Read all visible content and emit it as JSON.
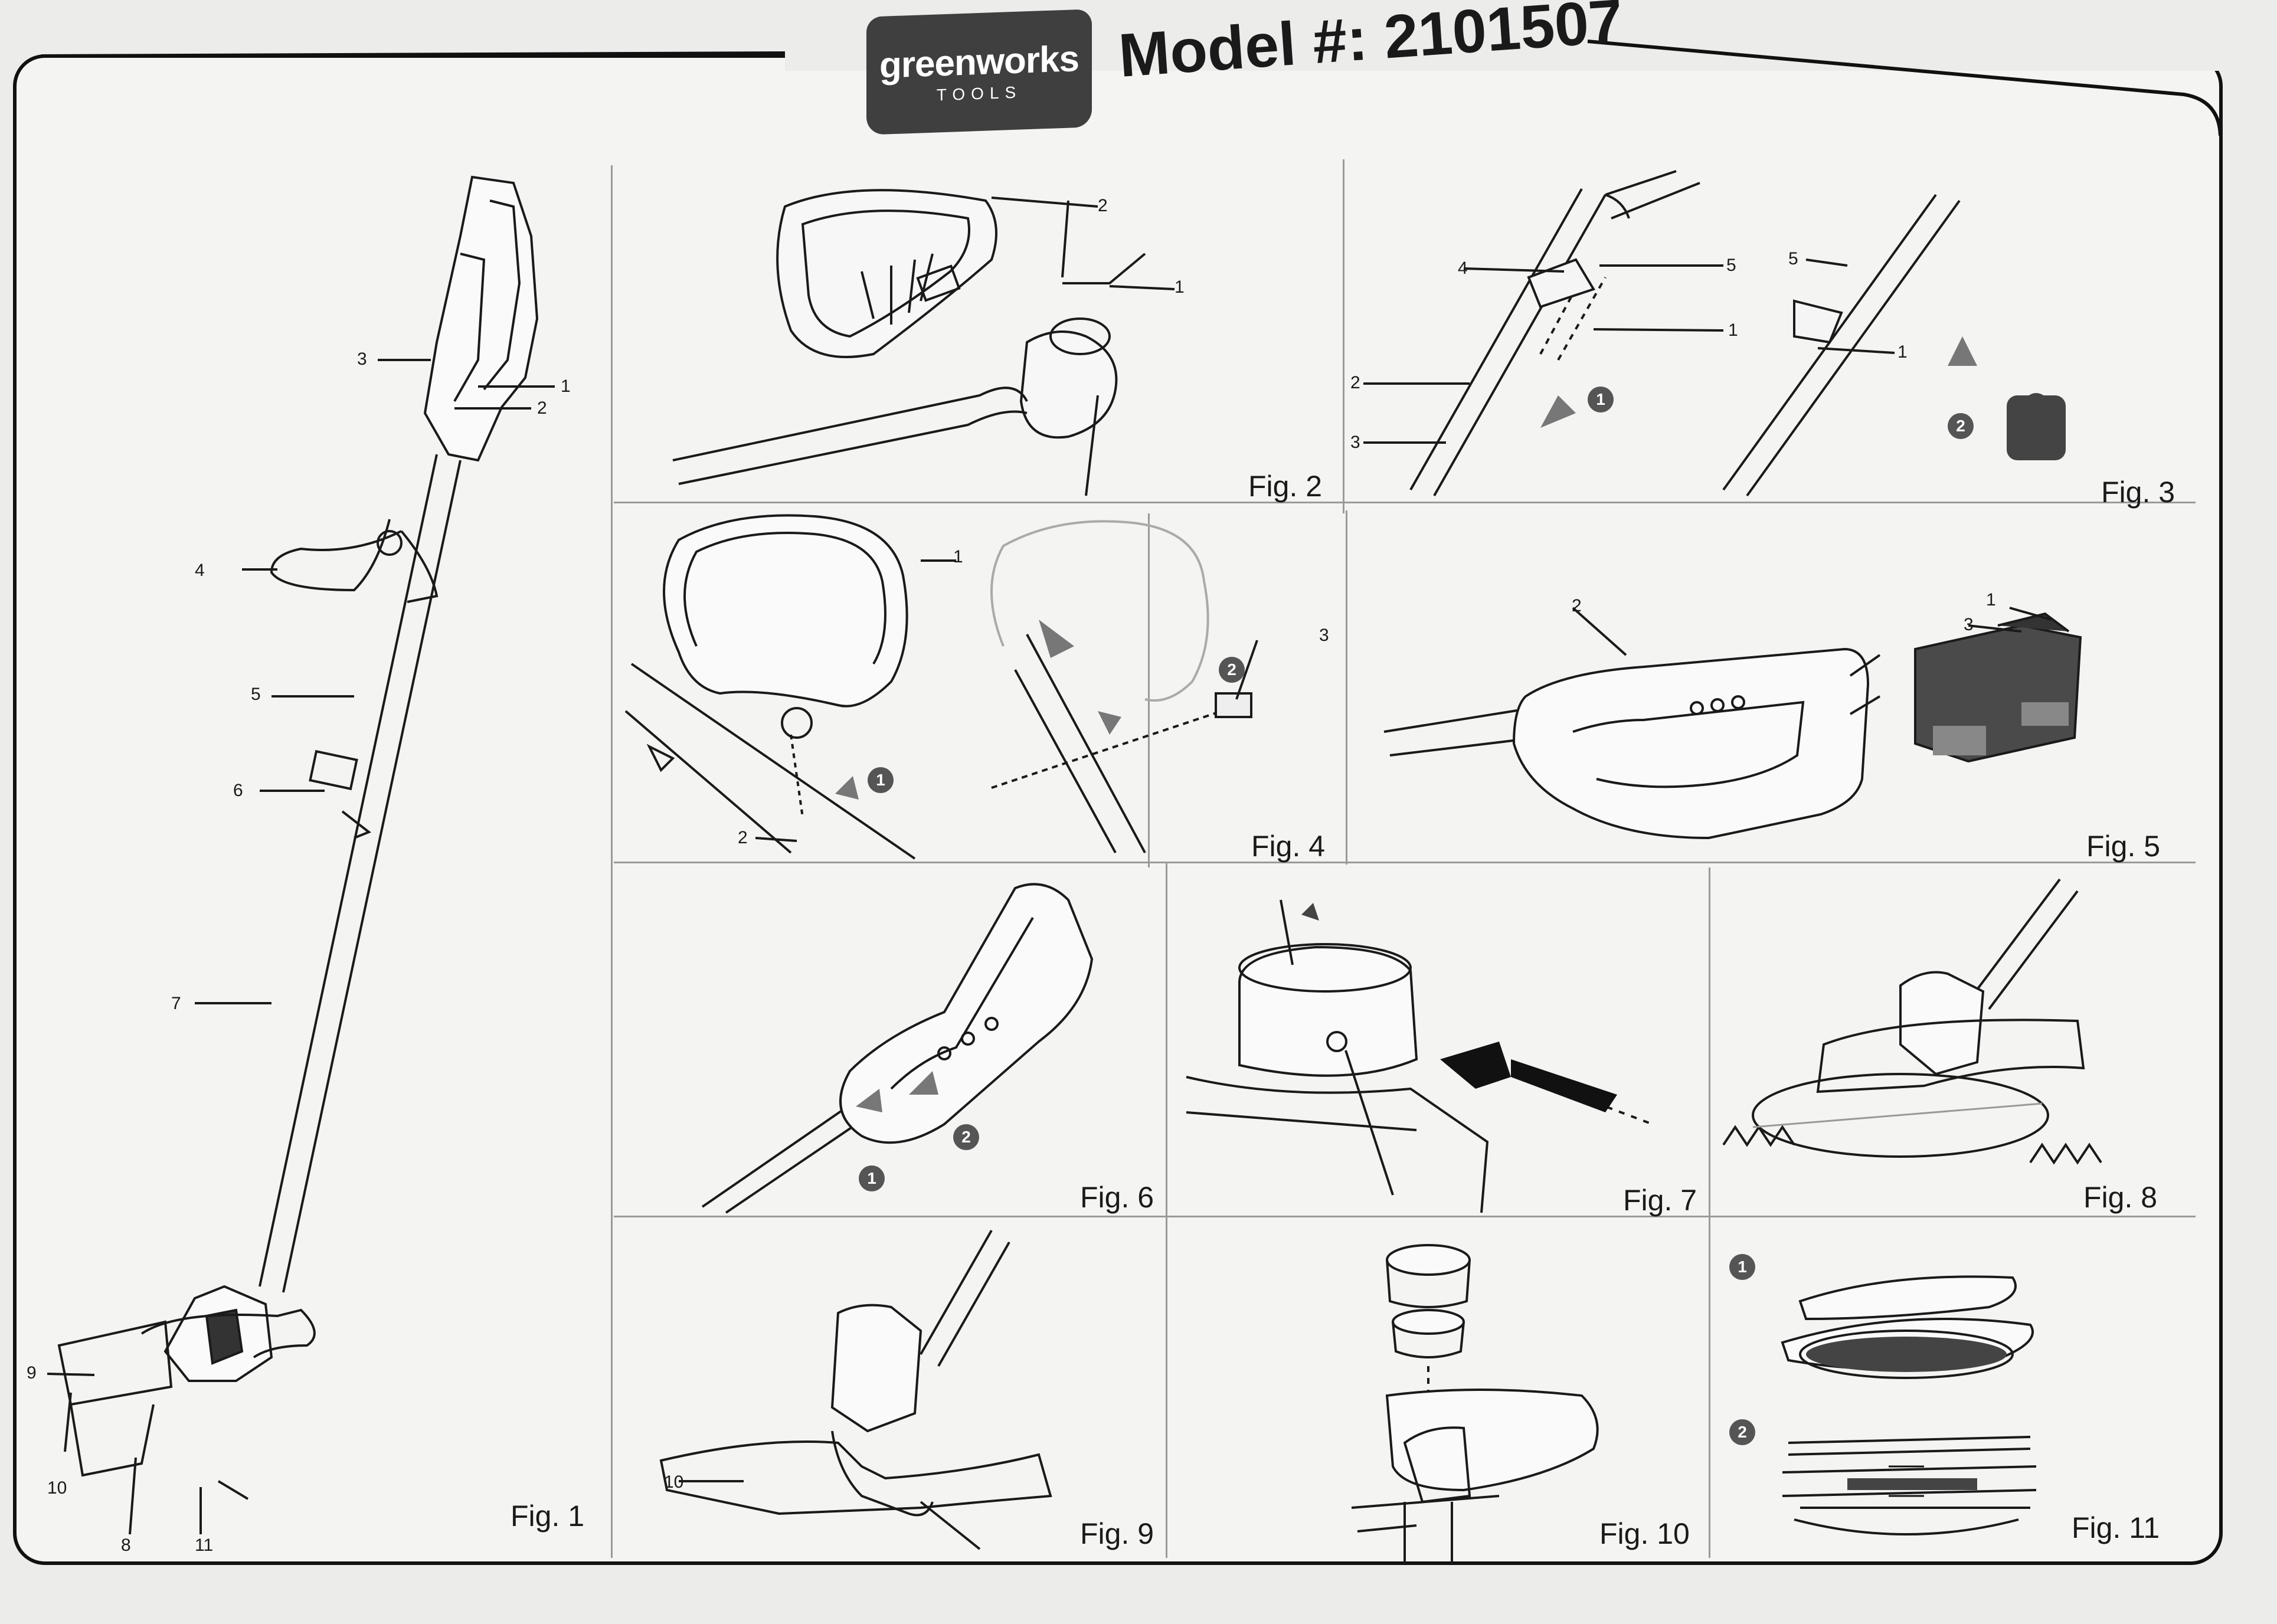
{
  "header": {
    "brand": "greenworks",
    "brand_sub": "TOOLS",
    "model_text": "Model #: 2101507"
  },
  "figures": [
    {
      "id": "fig1",
      "label": "Fig. 1",
      "callouts": [
        "3",
        "1",
        "2",
        "4",
        "5",
        "6",
        "7",
        "9",
        "10",
        "8",
        "11"
      ]
    },
    {
      "id": "fig2",
      "label": "Fig. 2",
      "callouts": [
        "2",
        "1"
      ]
    },
    {
      "id": "fig3",
      "label": "Fig. 3",
      "callouts": [
        "4",
        "5",
        "1",
        "2",
        "3",
        "5",
        "1"
      ]
    },
    {
      "id": "fig4",
      "label": "Fig. 4",
      "callouts": [
        "1",
        "2",
        "3"
      ]
    },
    {
      "id": "fig5",
      "label": "Fig. 5",
      "callouts": [
        "2",
        "3",
        "1"
      ]
    },
    {
      "id": "fig6",
      "label": "Fig. 6",
      "callouts": []
    },
    {
      "id": "fig7",
      "label": "Fig. 7",
      "callouts": []
    },
    {
      "id": "fig8",
      "label": "Fig. 8",
      "callouts": []
    },
    {
      "id": "fig9",
      "label": "Fig. 9",
      "callouts": [
        "10"
      ]
    },
    {
      "id": "fig10",
      "label": "Fig. 10",
      "callouts": []
    },
    {
      "id": "fig11",
      "label": "Fig. 11",
      "callouts": []
    }
  ],
  "steps": {
    "one": "1",
    "two": "2"
  },
  "colors": {
    "line": "#1a1a1a",
    "logo_bg": "#3f3f3f",
    "arrow": "#444444",
    "paper": "#f4f4f2"
  }
}
